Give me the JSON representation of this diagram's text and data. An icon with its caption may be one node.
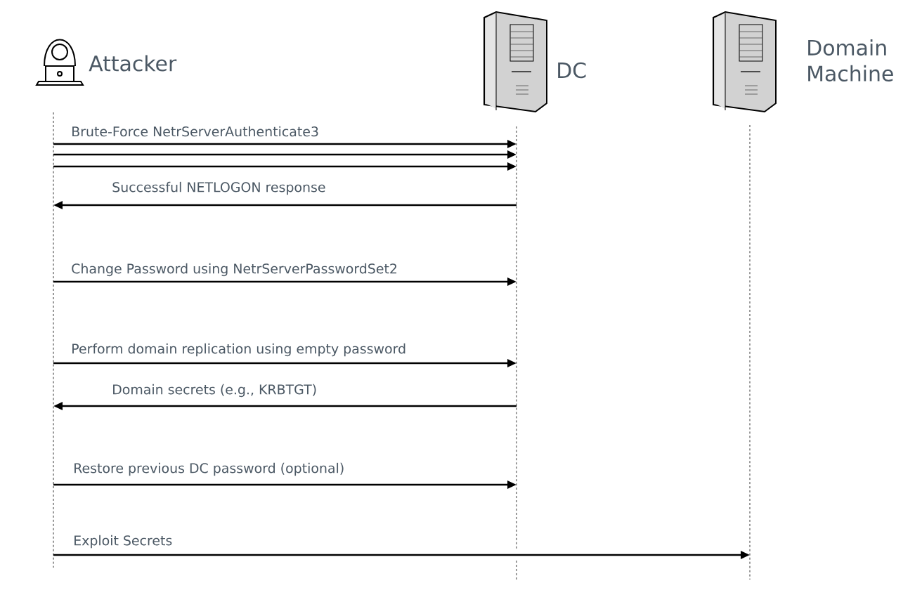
{
  "diagram": {
    "nodes": [
      {
        "text": [
          "Attacker"
        ]
      },
      {
        "text": [
          "DC"
        ]
      },
      {
        "text": [
          "Domain Machine"
        ]
      }
    ],
    "edges": [
      {
        "from": 0,
        "to": 1,
        "arrow": "to",
        "label": "Brute-Force NetrServerAuthenticate3"
      },
      {
        "from": 0,
        "to": 1,
        "arrow": "to"
      },
      {
        "from": 0,
        "to": 1,
        "arrow": "to"
      },
      {
        "from": 1,
        "to": 0,
        "arrow": "to",
        "label": "Successful NETLOGON response"
      },
      {
        "from": 0,
        "to": 1,
        "arrow": "to",
        "label": "Change Password using NetrServerPasswordSet2"
      },
      {
        "from": 0,
        "to": 1,
        "arrow": "to",
        "label": "Perform domain replication using empty password"
      },
      {
        "from": 1,
        "to": 0,
        "arrow": "to",
        "label": "Domain secrets (e.g., KRBTGT)"
      },
      {
        "from": 0,
        "to": 1,
        "arrow": "to",
        "label": "Restore previous DC password (optional)"
      },
      {
        "from": 0,
        "to": 2,
        "arrow": "to",
        "label": "Exploit Secrets"
      }
    ]
  }
}
